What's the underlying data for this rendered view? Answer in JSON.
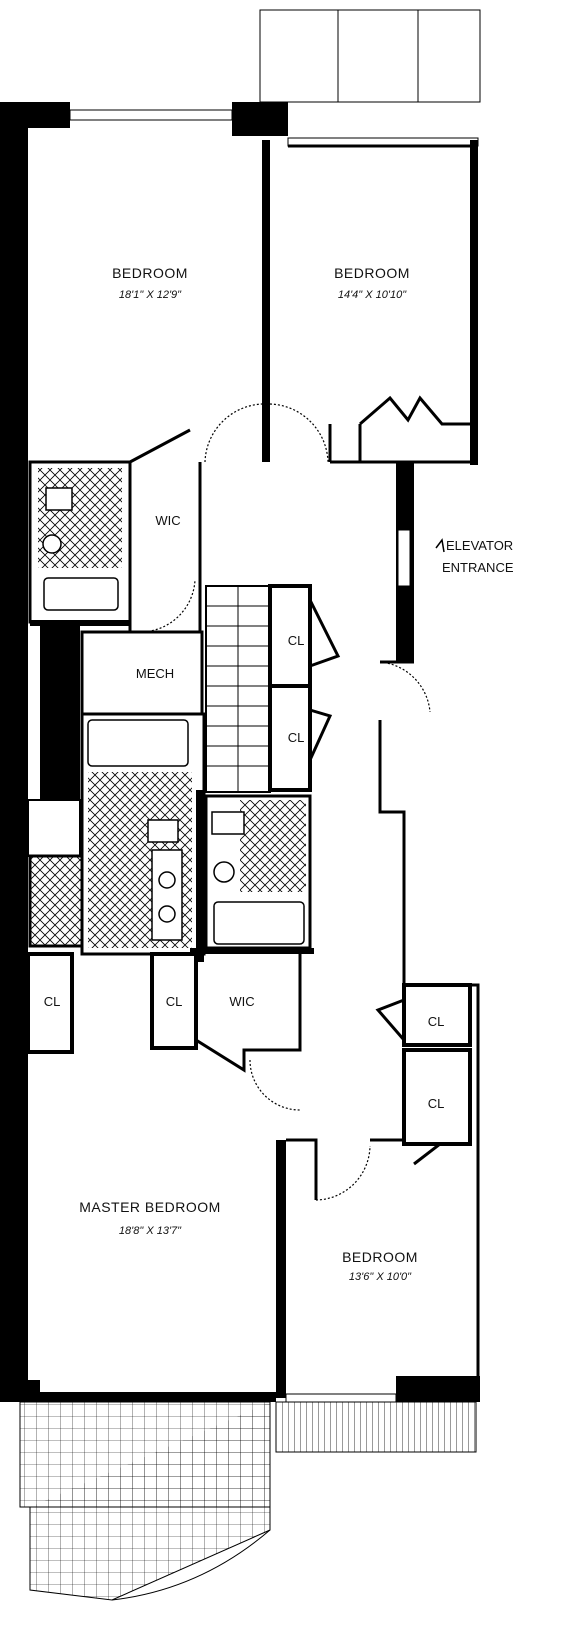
{
  "rooms": {
    "bedroom_nw": {
      "name": "BEDROOM",
      "dims": "18'1\" X 12'9\""
    },
    "bedroom_ne": {
      "name": "BEDROOM",
      "dims": "14'4\" X 10'10\""
    },
    "wic_upper": {
      "name": "WIC"
    },
    "mech": {
      "name": "MECH"
    },
    "closet_stair_1": {
      "name": "CL"
    },
    "closet_stair_2": {
      "name": "CL"
    },
    "closet_left": {
      "name": "CL"
    },
    "closet_mid": {
      "name": "CL"
    },
    "wic_lower": {
      "name": "WIC"
    },
    "closet_east_1": {
      "name": "CL"
    },
    "closet_east_2": {
      "name": "CL"
    },
    "master_bedroom": {
      "name": "MASTER BEDROOM",
      "dims": "18'8\" X 13'7\""
    },
    "bedroom_se": {
      "name": "BEDROOM",
      "dims": "13'6\" X 10'0\""
    }
  },
  "labels": {
    "elevator_line1": "ELEVATOR",
    "elevator_line2": "ENTRANCE"
  }
}
